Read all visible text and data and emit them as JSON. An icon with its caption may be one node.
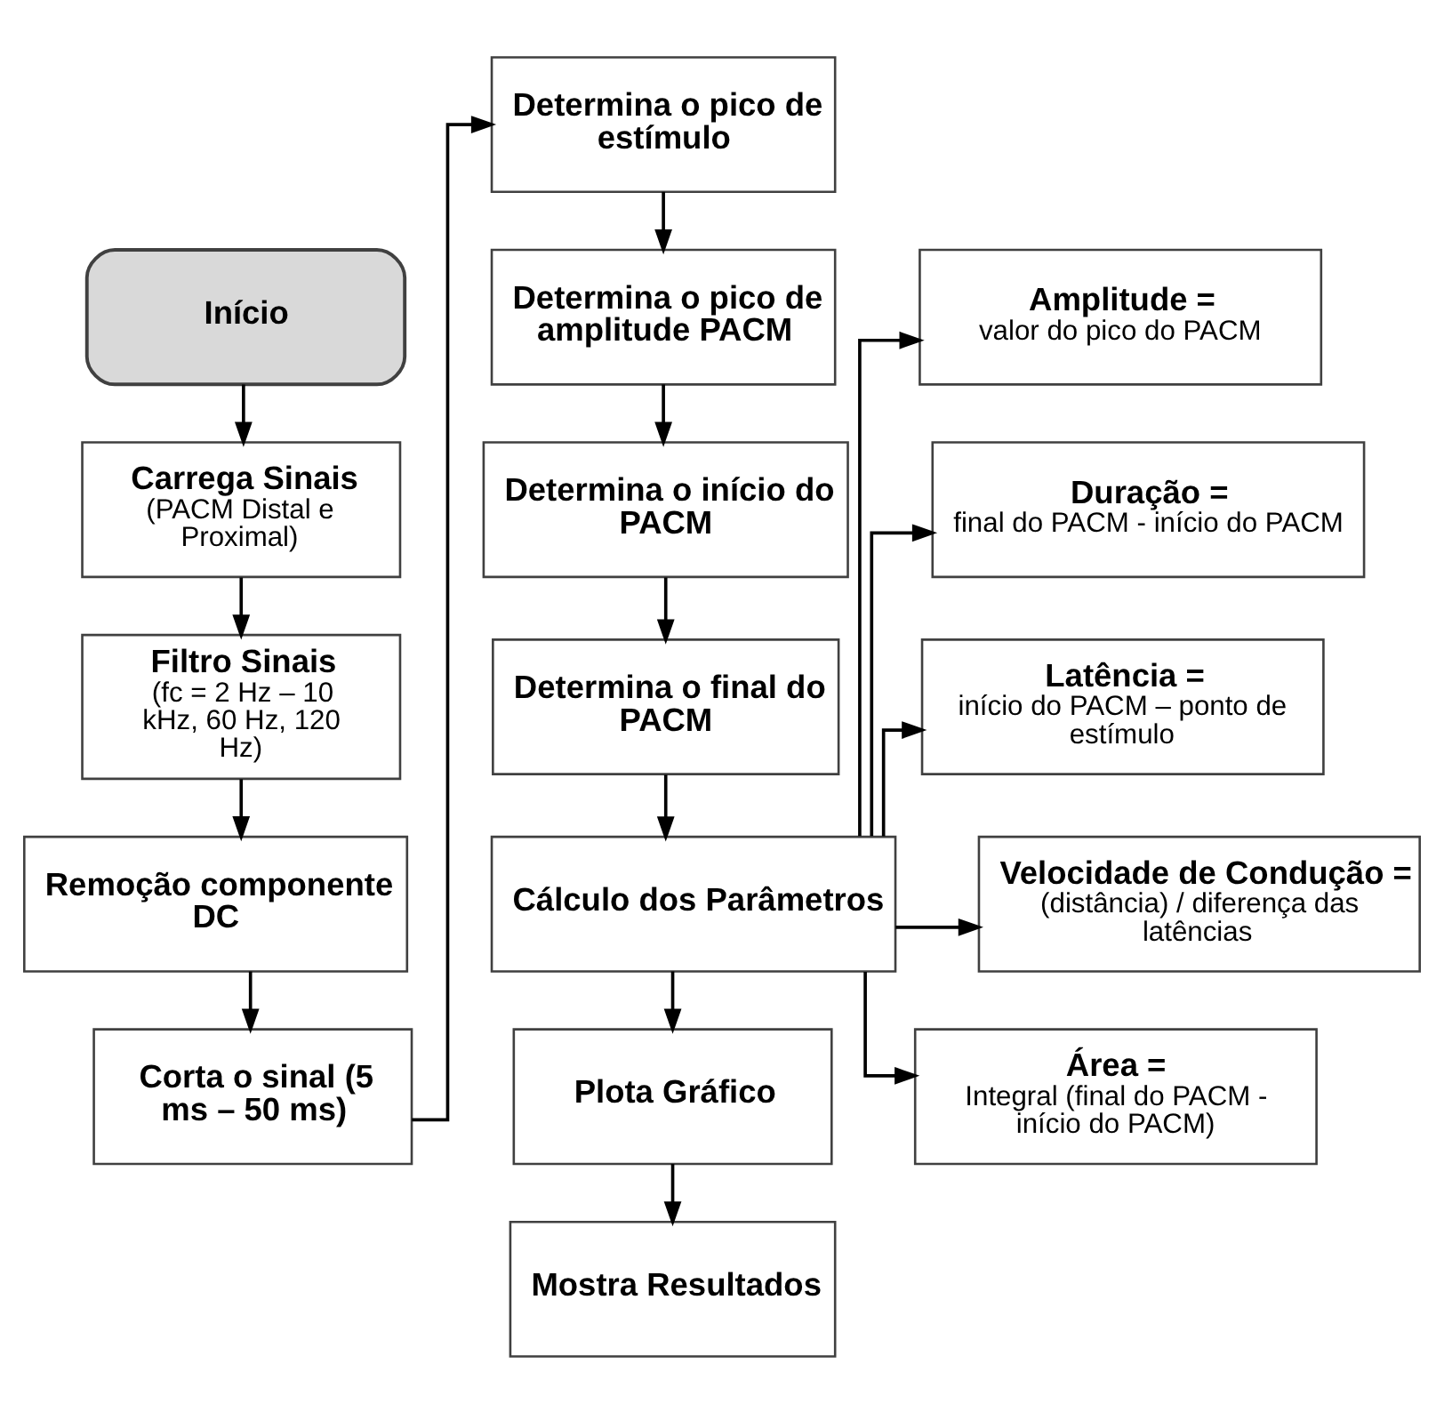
{
  "diagram": {
    "nodes": [
      {
        "text": [
          "Início"
        ]
      },
      {
        "text": [
          "Carrega Sinais",
          "(PACM Distal e Proximal)"
        ]
      },
      {
        "text": [
          "Filtro Sinais",
          "(fc = 2 Hz – 10 kHz, 60 Hz, 120 Hz)"
        ]
      },
      {
        "text": [
          "Remoção componente DC"
        ]
      },
      {
        "text": [
          "Corta o sinal (5 ms – 50 ms)"
        ]
      },
      {
        "text": [
          "Determina o pico de estímulo"
        ]
      },
      {
        "text": [
          "Determina o pico de amplitude PACM"
        ]
      },
      {
        "text": [
          "Determina o início do PACM"
        ]
      },
      {
        "text": [
          "Determina o final do PACM"
        ]
      },
      {
        "text": [
          "Cálculo dos Parâmetros"
        ]
      },
      {
        "text": [
          "Plota Gráfico"
        ]
      },
      {
        "text": [
          "Mostra Resultados"
        ]
      },
      {
        "text": [
          "Amplitude =",
          "valor do pico do PACM"
        ]
      },
      {
        "text": [
          "Duração =",
          "final do PACM - início do PACM"
        ]
      },
      {
        "text": [
          "Latência =",
          "início do PACM – ponto de estímulo"
        ]
      },
      {
        "text": [
          "Velocidade de Condução =",
          "(distância) / diferença das latências"
        ]
      },
      {
        "text": [
          "Área =",
          "Integral (final do PACM - início do PACM)"
        ]
      }
    ],
    "edges": [
      {
        "from": 0,
        "to": 1,
        "arrow": "to"
      },
      {
        "from": 1,
        "to": 2,
        "arrow": "to"
      },
      {
        "from": 2,
        "to": 3,
        "arrow": "to"
      },
      {
        "from": 3,
        "to": 4,
        "arrow": "to"
      },
      {
        "from": 4,
        "to": 5,
        "arrow": "to"
      },
      {
        "from": 5,
        "to": 6,
        "arrow": "to"
      },
      {
        "from": 6,
        "to": 7,
        "arrow": "to"
      },
      {
        "from": 7,
        "to": 8,
        "arrow": "to"
      },
      {
        "from": 8,
        "to": 9,
        "arrow": "to"
      },
      {
        "from": 9,
        "to": 10,
        "arrow": "to"
      },
      {
        "from": 10,
        "to": 11,
        "arrow": "to"
      },
      {
        "from": 9,
        "to": 12,
        "arrow": "to"
      },
      {
        "from": 9,
        "to": 13,
        "arrow": "to"
      },
      {
        "from": 9,
        "to": 14,
        "arrow": "to"
      },
      {
        "from": 9,
        "to": 15,
        "arrow": "to"
      },
      {
        "from": 9,
        "to": 16,
        "arrow": "to"
      }
    ]
  }
}
